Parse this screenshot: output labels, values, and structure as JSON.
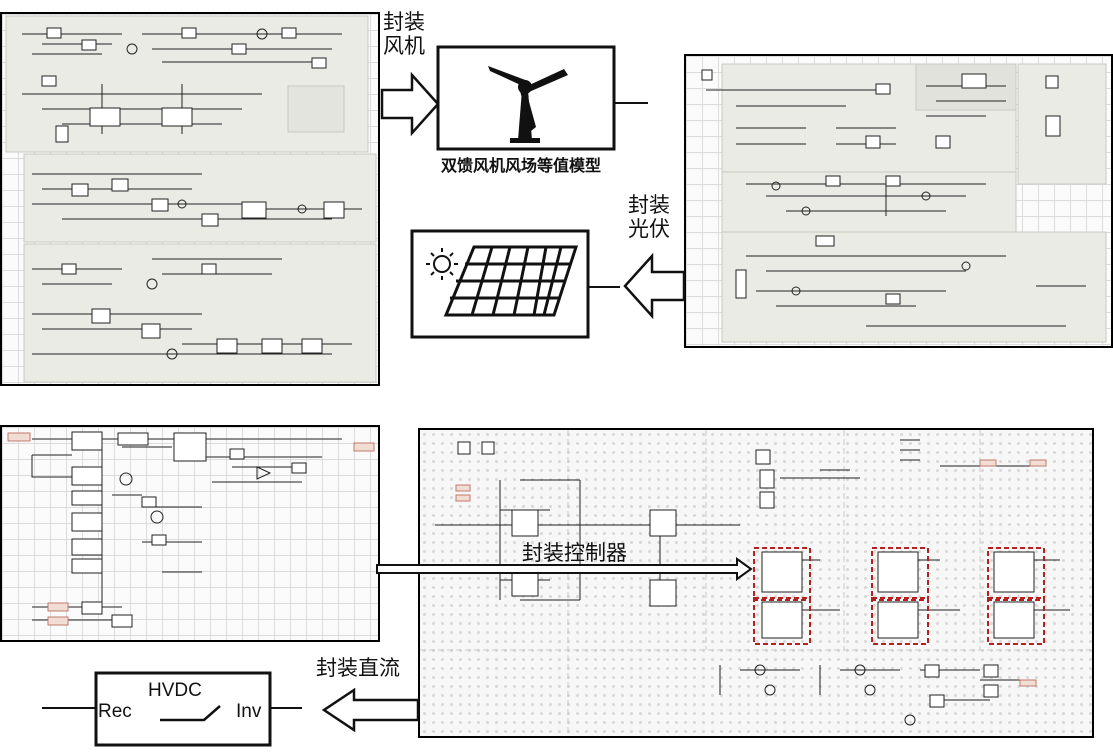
{
  "labels": {
    "wind_pack": "封装\n风机",
    "wind_model_caption": "双馈风机风场等值模型",
    "pv_pack": "封装\n光伏",
    "controller_pack": "封装控制器",
    "dc_pack": "封装直流"
  },
  "hvdc": {
    "title": "HVDC",
    "rec": "Rec",
    "inv": "Inv"
  }
}
